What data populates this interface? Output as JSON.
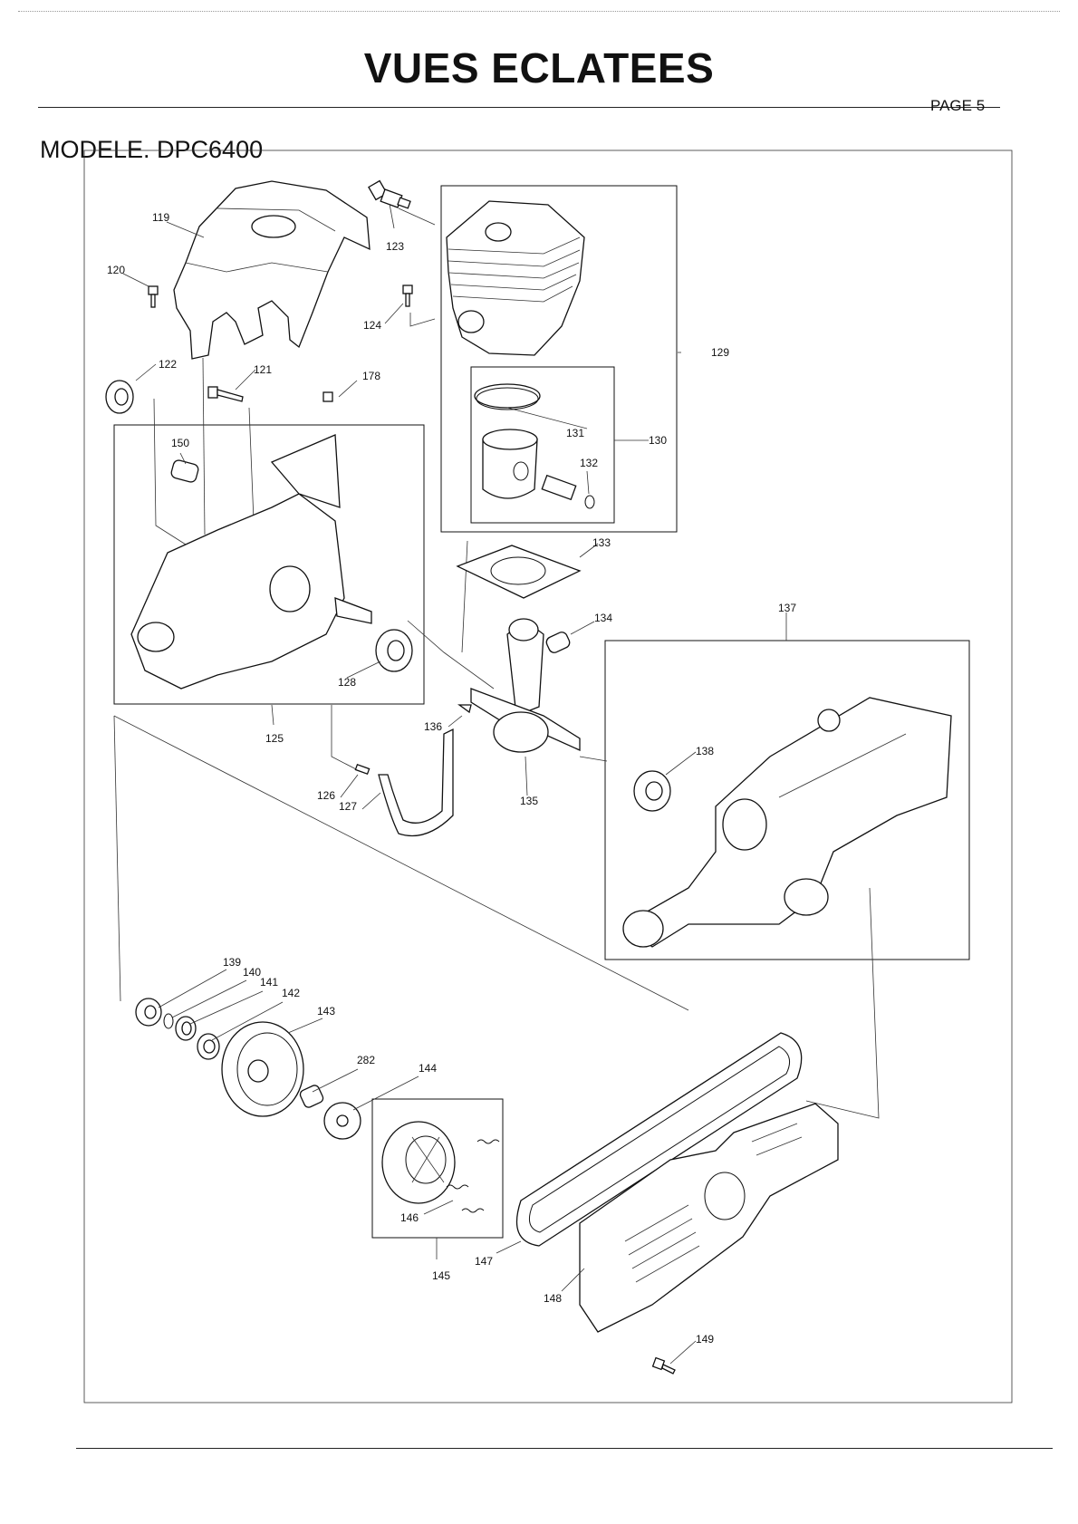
{
  "header": {
    "title": "VUES ECLATEES",
    "page": "PAGE 5",
    "model": "MODELE. DPC6400"
  },
  "diagram": {
    "callouts": [
      {
        "id": "c119",
        "text": "119"
      },
      {
        "id": "c120",
        "text": "120"
      },
      {
        "id": "c121",
        "text": "121"
      },
      {
        "id": "c122",
        "text": "122"
      },
      {
        "id": "c123",
        "text": "123"
      },
      {
        "id": "c124",
        "text": "124"
      },
      {
        "id": "c125",
        "text": "125"
      },
      {
        "id": "c126",
        "text": "126"
      },
      {
        "id": "c127",
        "text": "127"
      },
      {
        "id": "c128",
        "text": "128"
      },
      {
        "id": "c129",
        "text": "129"
      },
      {
        "id": "c130",
        "text": "130"
      },
      {
        "id": "c131",
        "text": "131"
      },
      {
        "id": "c132",
        "text": "132"
      },
      {
        "id": "c133",
        "text": "133"
      },
      {
        "id": "c134",
        "text": "134"
      },
      {
        "id": "c135",
        "text": "135"
      },
      {
        "id": "c136",
        "text": "136"
      },
      {
        "id": "c137",
        "text": "137"
      },
      {
        "id": "c138",
        "text": "138"
      },
      {
        "id": "c139",
        "text": "139"
      },
      {
        "id": "c140",
        "text": "140"
      },
      {
        "id": "c141",
        "text": "141"
      },
      {
        "id": "c142",
        "text": "142"
      },
      {
        "id": "c143",
        "text": "143"
      },
      {
        "id": "c144",
        "text": "144"
      },
      {
        "id": "c145",
        "text": "145"
      },
      {
        "id": "c146",
        "text": "146"
      },
      {
        "id": "c147",
        "text": "147"
      },
      {
        "id": "c148",
        "text": "148"
      },
      {
        "id": "c149",
        "text": "149"
      },
      {
        "id": "c150",
        "text": "150"
      },
      {
        "id": "c178",
        "text": "178"
      },
      {
        "id": "c282",
        "text": "282"
      }
    ]
  }
}
